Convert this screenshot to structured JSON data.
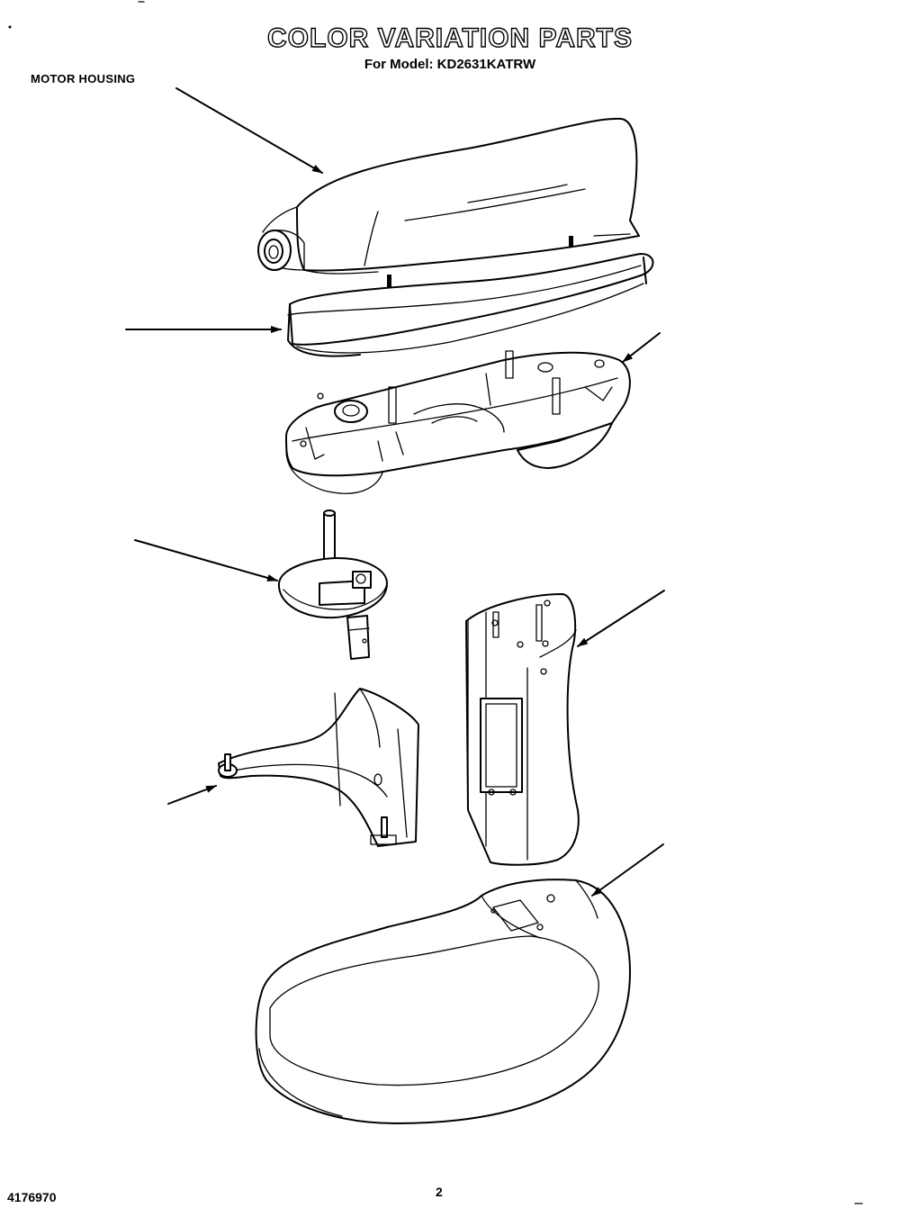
{
  "header": {
    "title": "COLOR VARIATION PARTS",
    "subtitle": "For Model: KD2631KATRW"
  },
  "labels": {
    "motor_housing": "MOTOR HOUSING"
  },
  "footer": {
    "part_number": "4176970",
    "page_number": "2"
  }
}
